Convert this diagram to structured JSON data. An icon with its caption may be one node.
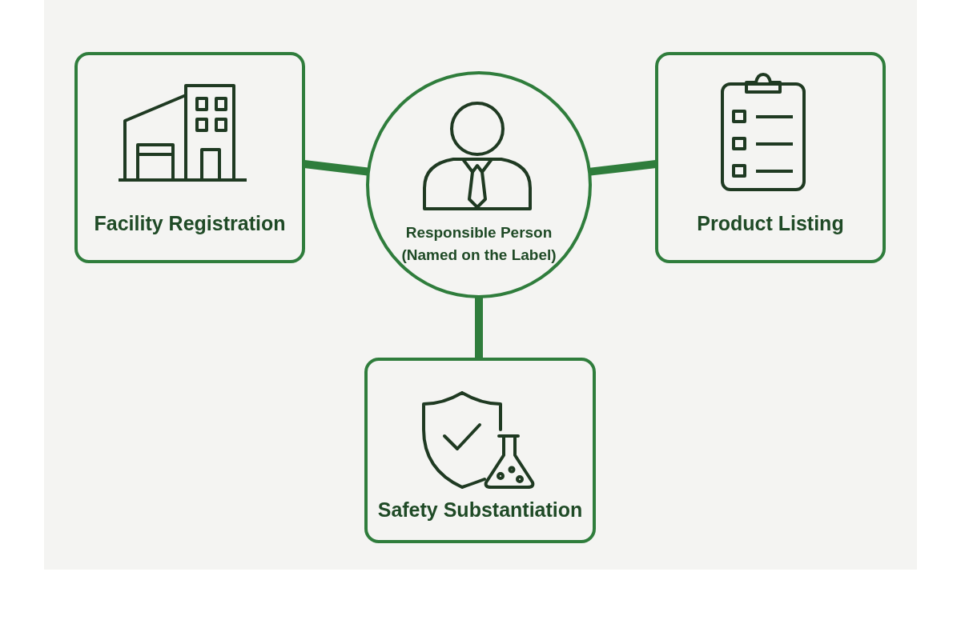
{
  "diagram": {
    "nodes": [
      {
        "text": [
          "Facility Registration"
        ]
      },
      {
        "text": [
          "Responsible Person (Named on the Label)"
        ]
      },
      {
        "text": [
          "Product Listing"
        ]
      },
      {
        "text": [
          "Safety Substantiation"
        ]
      }
    ],
    "edges": [
      {
        "from": 1,
        "to": 0,
        "arrow": "none"
      },
      {
        "from": 1,
        "to": 2,
        "arrow": "none"
      },
      {
        "from": 1,
        "to": 3,
        "arrow": "none"
      }
    ]
  }
}
